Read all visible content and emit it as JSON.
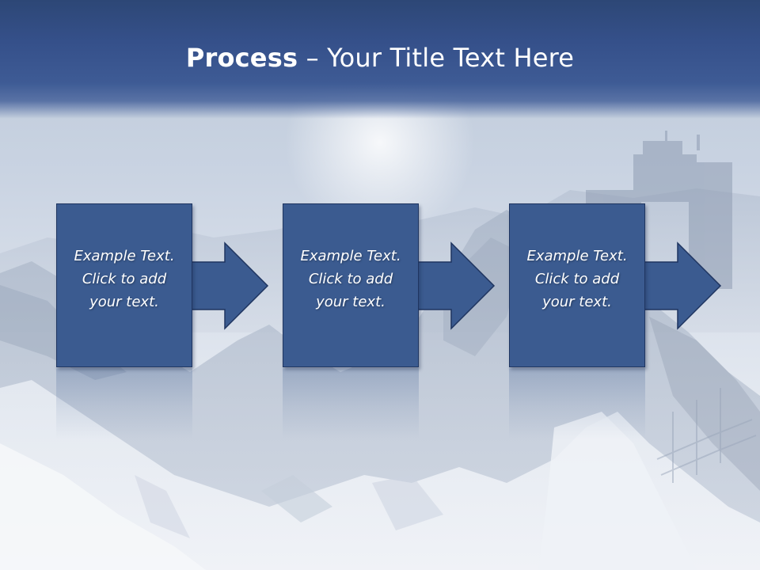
{
  "slide": {
    "title_bold": "Process",
    "title_rest": " – Your Title Text Here",
    "colors": {
      "title_band": "#35508a",
      "step_fill": "#3b5b90",
      "step_border": "#1f3560",
      "text": "#ffffff"
    }
  },
  "steps": [
    {
      "line1": "Example Text.",
      "line2": "Click  to add",
      "line3": "your text."
    },
    {
      "line1": "Example Text.",
      "line2": "Click  to add",
      "line3": "your text."
    },
    {
      "line1": "Example Text.",
      "line2": "Click  to add",
      "line3": "your text."
    }
  ],
  "icons": {
    "arrow": "right-arrow-icon"
  }
}
